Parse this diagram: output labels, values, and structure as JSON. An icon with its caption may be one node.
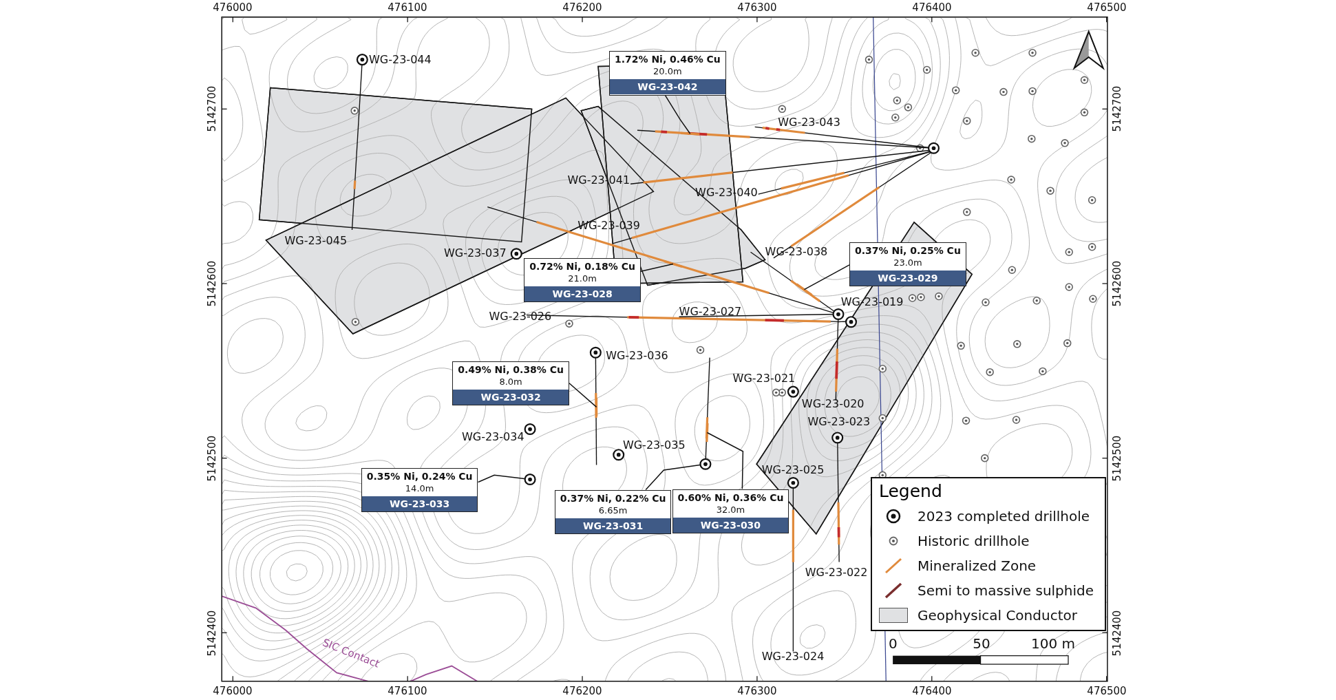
{
  "diagram": {
    "nodes": [
      {
        "text": [
          "1.72% Ni, 0.46% Cu",
          "20.0m",
          "WG-23-042"
        ]
      },
      {
        "text": [
          "0.72% Ni, 0.18% Cu",
          "21.0m",
          "WG-23-028"
        ]
      },
      {
        "text": [
          "0.37% Ni, 0.25% Cu",
          "23.0m",
          "WG-23-029"
        ]
      },
      {
        "text": [
          "0.49% Ni, 0.38% Cu",
          "8.0m",
          "WG-23-032"
        ]
      },
      {
        "text": [
          "0.35% Ni, 0.24% Cu",
          "14.0m",
          "WG-23-033"
        ]
      },
      {
        "text": [
          "0.37% Ni, 0.22% Cu",
          "6.65m",
          "WG-23-031"
        ]
      },
      {
        "text": [
          "0.60% Ni, 0.36% Cu",
          "32.0m",
          "WG-23-030"
        ]
      },
      {
        "text": [],
        "shape": "line"
      },
      {
        "text": [],
        "shape": "line"
      },
      {
        "text": [],
        "shape": "line"
      },
      {
        "text": [],
        "shape": "line"
      },
      {
        "text": [],
        "shape": "circle"
      },
      {
        "text": [],
        "shape": "circle"
      },
      {
        "text": [],
        "shape": "line"
      }
    ],
    "edges": [
      {
        "from": 0,
        "to": 7,
        "arrow": "none"
      },
      {
        "from": 1,
        "to": 8,
        "arrow": "none"
      },
      {
        "from": 2,
        "to": 9,
        "arrow": "none"
      },
      {
        "from": 3,
        "to": 10,
        "arrow": "none"
      },
      {
        "from": 4,
        "to": 11,
        "arrow": "none"
      },
      {
        "from": 5,
        "to": 12,
        "arrow": "none"
      },
      {
        "from": 6,
        "to": 13,
        "arrow": "none"
      }
    ],
    "labels": [
      "476000",
      "476100",
      "476200",
      "476300",
      "476400",
      "476500",
      "5142700",
      "5142600",
      "5142500",
      "5142400",
      "5142700",
      "5142600",
      "5142500",
      "5142400",
      "WG-23-044",
      "WG-23-043",
      "WG-23-041",
      "WG-23-040",
      "WG-23-039",
      "WG-23-045",
      "WG-23-037",
      "WG-23-038",
      "WG-23-026",
      "WG-23-027",
      "WG-23-019",
      "WG-23-036",
      "WG-23-021",
      "WG-23-020",
      "WG-23-023",
      "WG-23-034",
      "WG-23-035",
      "WG-23-025",
      "WG-23-022",
      "WG-23-024",
      "SIC Contact",
      "Legend",
      "0",
      "50",
      "100 m",
      "476000",
      "476100",
      "476200",
      "476300",
      "476400",
      "476500"
    ],
    "legend": [
      {
        "text": "2023 completed drillhole"
      },
      {
        "text": "Historic drillhole"
      },
      {
        "text": "Mineralized Zone"
      },
      {
        "text": "Semi to massive sulphide"
      },
      {
        "text": "Geophysical Conductor",
        "color": "#e0e1e3"
      }
    ]
  }
}
